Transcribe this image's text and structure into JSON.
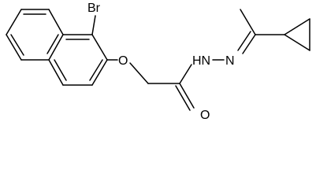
{
  "atom_labels": {
    "bromine": "Br",
    "ether_oxygen": "O",
    "carbonyl_oxygen": "O",
    "hydrazide_nitrogen": "HN",
    "imine_nitrogen": "N"
  },
  "colors": {
    "bond": "#000000",
    "background": "#ffffff"
  }
}
